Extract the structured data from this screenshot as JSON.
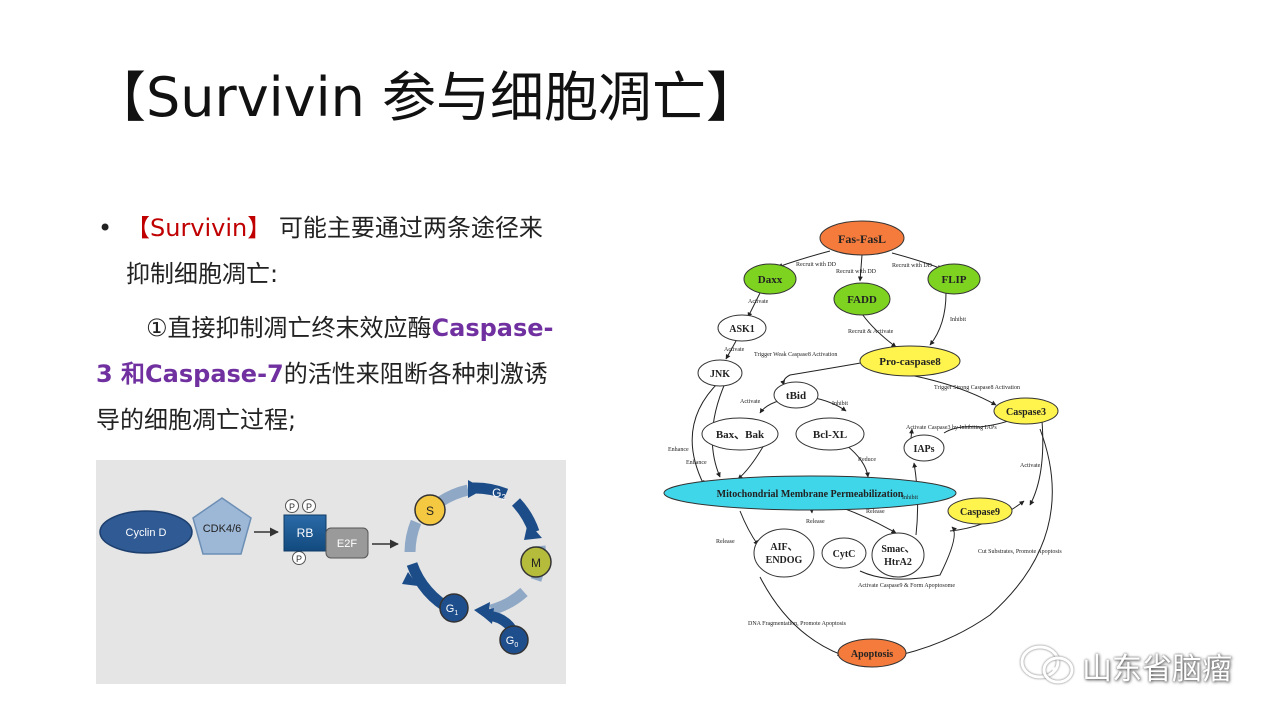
{
  "slide": {
    "title": "【Survivin 参与细胞凋亡】"
  },
  "bullet": {
    "survivin": "【Survivin】",
    "line1_rest": " 可能主要通过两条途径来",
    "line2": "抑制细胞凋亡:",
    "para2_line1_text": "①直接抑制凋亡终末效应酶",
    "para2_line1_bold": "Caspase-",
    "para2_line2_bold": "3 和Caspase-7",
    "para2_line2_text": "的活性来阻断各种刺激诱",
    "para2_line3": "导的细胞凋亡过程;"
  },
  "cell_cycle": {
    "cyclin": "Cyclin D",
    "cdk": "CDK4/6",
    "rb": "RB",
    "e2f": "E2F",
    "p": "P",
    "phase_s": "S",
    "phase_g2": "G",
    "phase_g2_sub": "2",
    "phase_m": "M",
    "phase_g1": "G",
    "phase_g1_sub": "1",
    "phase_g0": "G",
    "phase_g0_sub": "0",
    "colors": {
      "yellow": "#f5c842",
      "olive": "#b5bb3a",
      "navy": "#1f4e8c",
      "arrow": "#1d4d88"
    }
  },
  "pathway": {
    "nodes": {
      "fas": "Fas-FasL",
      "daxx": "Daxx",
      "fadd": "FADD",
      "flip": "FLIP",
      "ask1": "ASK1",
      "procasp8": "Pro-caspase8",
      "jnk": "JNK",
      "tbid": "tBid",
      "caspase3": "Caspase3",
      "baxbak": "Bax、Bak",
      "bclxl": "Bcl-XL",
      "iaps": "IAPs",
      "mmp": "Mitochondrial Membrane Permeabilization",
      "caspase9": "Caspase9",
      "aif1": "AIF、",
      "aif2": "ENDOG",
      "cytc": "CytC",
      "smac1": "Smac、",
      "smac2": "HtrA2",
      "apoptosis": "Apoptosis"
    },
    "labels": {
      "recruit_dd_1": "Recruit with DD",
      "recruit_dd_2": "Recruit with DD",
      "recruit_dd_3": "Recruit with DD",
      "activate_1": "Activate",
      "activate_2": "Activate",
      "activate_3": "Activate",
      "activate_4": "Activate",
      "recruit_activate": "Recruit & Activate",
      "inhibit_1": "Inhibit",
      "inhibit_2": "Inhibit",
      "inhibit_3": "Inhibit",
      "trigger_weak": "Trigger Weak Caspase8 Activation",
      "trigger_strong": "Trigger Strong Caspase8 Activation",
      "activate_casp3_iaps": "Activate Caspase3 by Inhibiting IAPs",
      "enhance_1": "Enhance",
      "enhance_2": "Enhance",
      "reduce": "Reduce",
      "release_1": "Release",
      "release_2": "Release",
      "release_3": "Release",
      "cut_substrates": "Cut Substrates, Promote Apoptosis",
      "activate_casp9": "Activate Caspase9 & Form Apoptosome",
      "dna_frag": "DNA Fragmentation, Promote Apoptosis"
    },
    "colors": {
      "orange": "#f47b3c",
      "green": "#7ed321",
      "yellow": "#fff34d",
      "cyan": "#3fd6ea"
    }
  },
  "watermark": {
    "text": "山东省脑瘤"
  }
}
